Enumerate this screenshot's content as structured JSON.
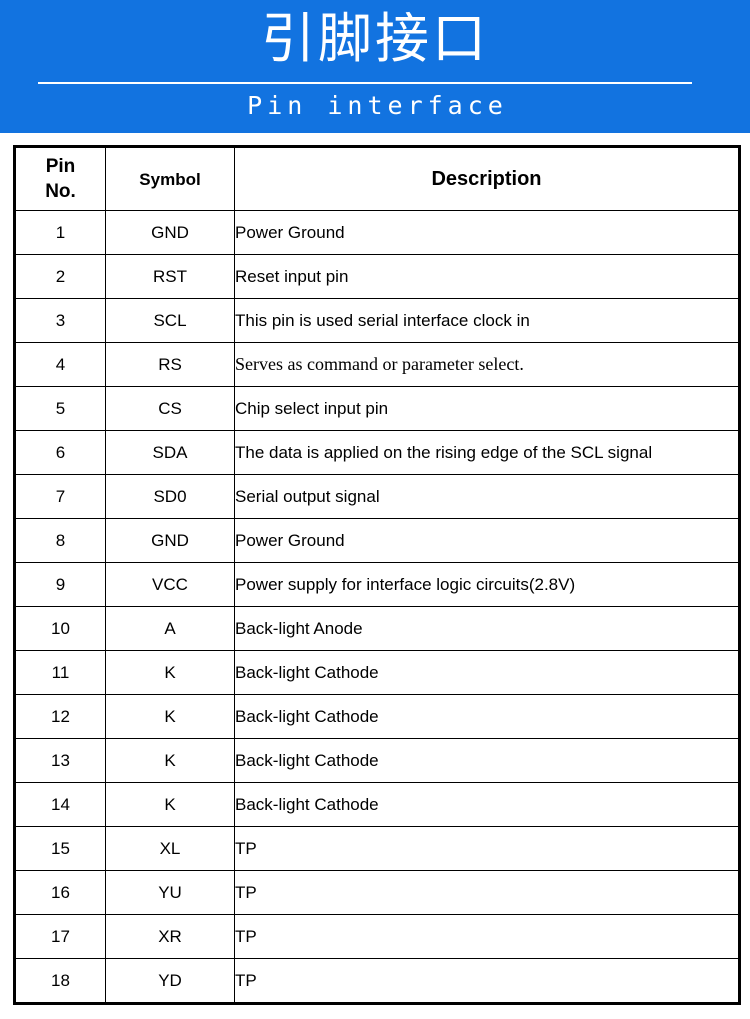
{
  "banner": {
    "title": "引脚接口",
    "subtitle": "Pin interface",
    "background_color": "#1273e0",
    "text_color": "#ffffff"
  },
  "table": {
    "header_background": "#d9d9d9",
    "border_color": "#000000",
    "columns": [
      {
        "key": "pin",
        "label": "Pin No."
      },
      {
        "key": "symbol",
        "label": "Symbol"
      },
      {
        "key": "description",
        "label": "Description"
      }
    ],
    "header": {
      "pin_line1": "Pin",
      "pin_line2": "No.",
      "symbol": "Symbol",
      "description": "Description"
    },
    "rows": [
      {
        "pin": "1",
        "symbol": "GND",
        "description": "Power Ground"
      },
      {
        "pin": "2",
        "symbol": "RST",
        "description": "Reset input pin"
      },
      {
        "pin": "3",
        "symbol": "SCL",
        "description": "This pin is used serial interface clock in"
      },
      {
        "pin": "4",
        "symbol": "RS",
        "description": "Serves as command or parameter select.",
        "font": "serif"
      },
      {
        "pin": "5",
        "symbol": "CS",
        "description": "Chip select input pin"
      },
      {
        "pin": "6",
        "symbol": "SDA",
        "description": "The data is applied on the rising edge of the SCL signal"
      },
      {
        "pin": "7",
        "symbol": "SD0",
        "description": "Serial output signal"
      },
      {
        "pin": "8",
        "symbol": "GND",
        "description": "Power Ground"
      },
      {
        "pin": "9",
        "symbol": "VCC",
        "description": "Power supply for interface logic circuits(2.8V)"
      },
      {
        "pin": "10",
        "symbol": "A",
        "description": "Back-light   Anode"
      },
      {
        "pin": "11",
        "symbol": "K",
        "description": "Back-light   Cathode"
      },
      {
        "pin": "12",
        "symbol": "K",
        "description": "Back-light   Cathode"
      },
      {
        "pin": "13",
        "symbol": "K",
        "description": "Back-light   Cathode"
      },
      {
        "pin": "14",
        "symbol": "K",
        "description": "Back-light   Cathode"
      },
      {
        "pin": "15",
        "symbol": "XL",
        "description": "TP"
      },
      {
        "pin": "16",
        "symbol": "YU",
        "description": "TP"
      },
      {
        "pin": "17",
        "symbol": "XR",
        "description": "TP"
      },
      {
        "pin": "18",
        "symbol": "YD",
        "description": "TP"
      }
    ]
  }
}
